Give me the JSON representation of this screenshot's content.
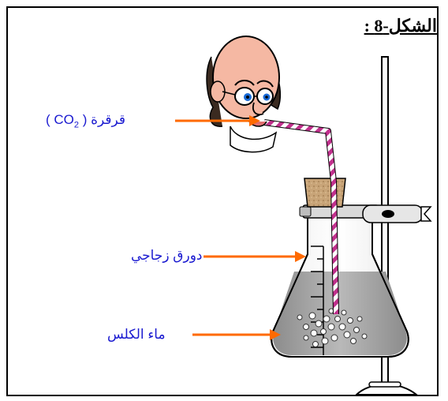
{
  "figure": {
    "title": "الشكل-8 :",
    "labels": {
      "burp_text": "قرقرة",
      "burp_formula_open": "( CO",
      "burp_formula_sub": "2",
      "burp_formula_close": " )",
      "flask": "دورق زجاجي",
      "limewater": "ماء الكلس"
    }
  },
  "colors": {
    "label_text": "#1a1ad0",
    "arrow": "#ff6a00",
    "straw_stripe": "#c0308c",
    "liquid": "#a9a9a9",
    "cork": "#c8a478",
    "face": "#f5b8a3"
  }
}
